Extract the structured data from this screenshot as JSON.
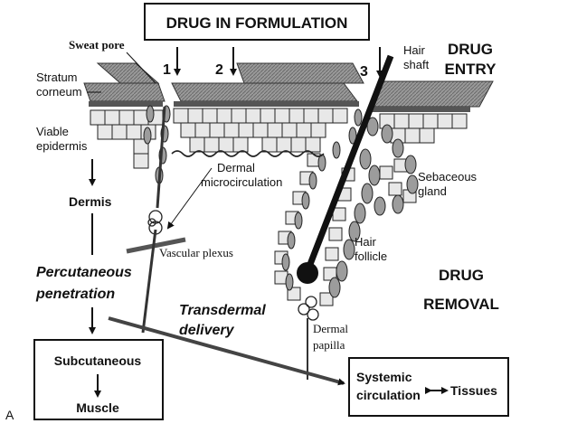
{
  "header": {
    "title": "DRUG IN FORMULATION"
  },
  "entry": {
    "line1": "DRUG",
    "line2": "ENTRY"
  },
  "removal": {
    "line1": "DRUG",
    "line2": "REMOVAL"
  },
  "routes": [
    "1",
    "2",
    "3"
  ],
  "layers": {
    "sweat_pore": "Sweat pore",
    "stratum_1": "Stratum",
    "stratum_2": "corneum",
    "viable_1": "Viable",
    "viable_2": "epidermis",
    "dermis": "Dermis",
    "dermal_micro_1": "Dermal",
    "dermal_micro_2": "microcirculation",
    "vascular_plexus": "Vascular plexus",
    "hair_shaft_1": "Hair",
    "hair_shaft_2": "shaft",
    "sebaceous_1": "Sebaceous",
    "sebaceous_2": "gland",
    "hair_follicle_1": "Hair",
    "hair_follicle_2": "follicle",
    "dermal_papilla_1": "Dermal",
    "dermal_papilla_2": "papilla"
  },
  "pathways": {
    "percutaneous_1": "Percutaneous",
    "percutaneous_2": "penetration",
    "transdermal_1": "Transdermal",
    "transdermal_2": "delivery"
  },
  "boxes": {
    "subcutaneous": "Subcutaneous",
    "muscle": "Muscle",
    "systemic_1": "Systemic",
    "systemic_2": "circulation",
    "tissues": "Tissues"
  },
  "panel_label": "A"
}
